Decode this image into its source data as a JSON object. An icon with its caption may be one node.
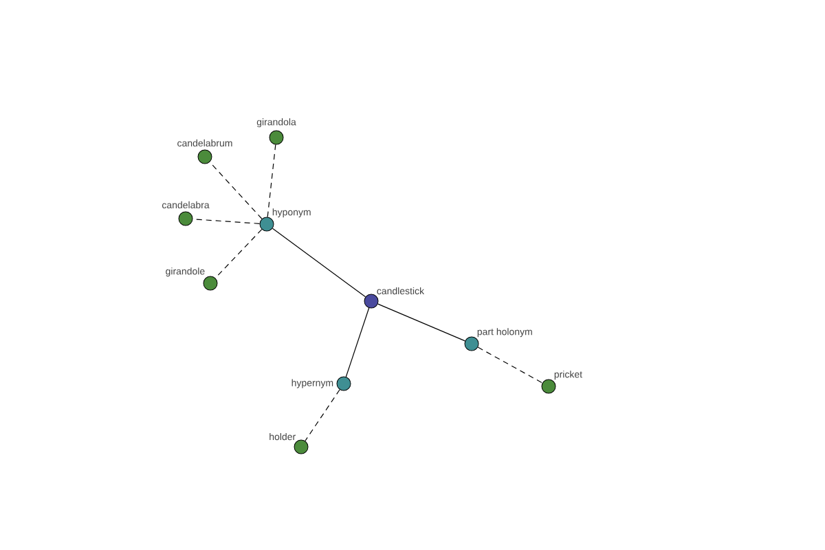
{
  "diagram": {
    "nodes": [
      {
        "text": [
          "girandola"
        ]
      },
      {
        "text": [
          "candelabrum"
        ]
      },
      {
        "text": [
          "candelabra"
        ]
      },
      {
        "text": [
          "hyponym"
        ]
      },
      {
        "text": [
          "girandole"
        ]
      },
      {
        "text": [
          "candlestick"
        ]
      },
      {
        "text": [
          "part holonym"
        ]
      },
      {
        "text": [
          "hypernym"
        ]
      },
      {
        "text": [
          "pricket"
        ]
      },
      {
        "text": [
          "holder"
        ]
      }
    ],
    "edges": [
      {
        "from": 3,
        "to": 0,
        "arrow": "none",
        "style": "dashed"
      },
      {
        "from": 3,
        "to": 1,
        "arrow": "none",
        "style": "dashed"
      },
      {
        "from": 3,
        "to": 2,
        "arrow": "none",
        "style": "dashed"
      },
      {
        "from": 3,
        "to": 4,
        "arrow": "none",
        "style": "dashed"
      },
      {
        "from": 5,
        "to": 3,
        "arrow": "none"
      },
      {
        "from": 5,
        "to": 6,
        "arrow": "none"
      },
      {
        "from": 5,
        "to": 7,
        "arrow": "none"
      },
      {
        "from": 6,
        "to": 8,
        "arrow": "none",
        "style": "dashed"
      },
      {
        "from": 7,
        "to": 9,
        "arrow": "none",
        "style": "dashed"
      }
    ]
  }
}
